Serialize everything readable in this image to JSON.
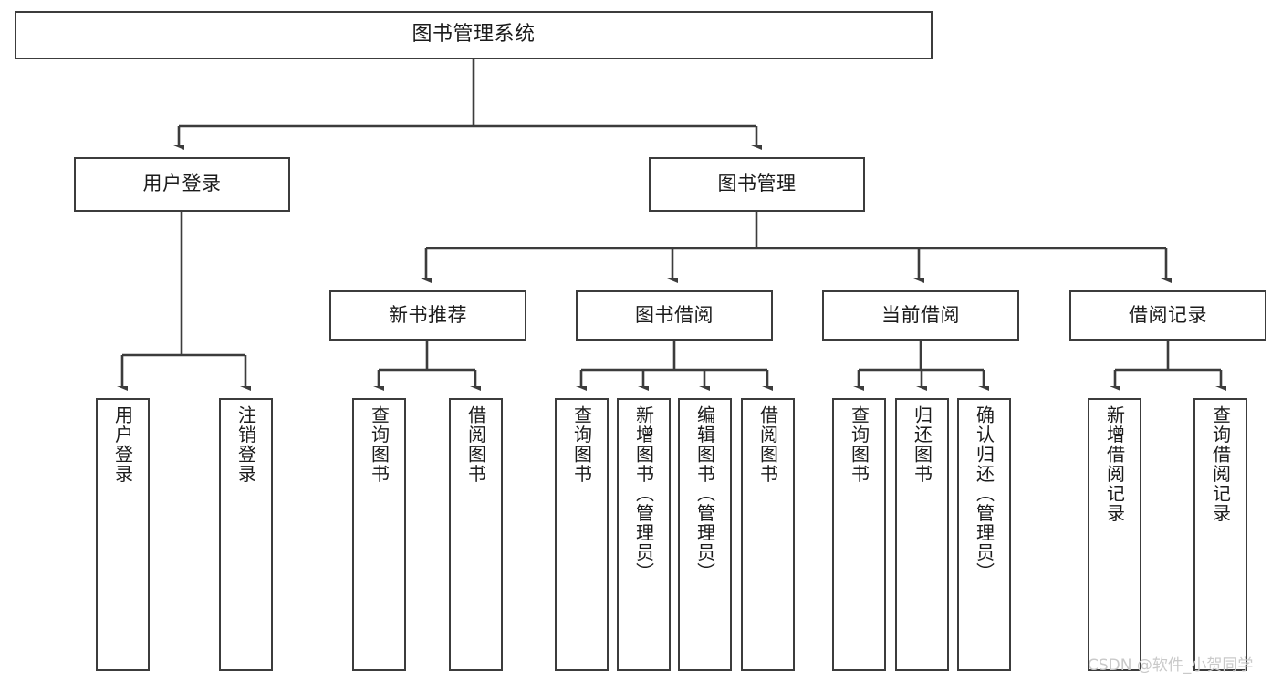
{
  "diagram": {
    "title": "图书管理系统",
    "type": "hierarchy-tree",
    "background_color": "#ffffff",
    "line_color": "#3c3c3c",
    "text_color": "#1b1b1b",
    "nodes": {
      "root": {
        "label": "图书管理系统"
      },
      "level1": [
        {
          "id": "user-login",
          "label": "用户登录"
        },
        {
          "id": "book-manage",
          "label": "图书管理"
        }
      ],
      "level2": [
        {
          "id": "new-book-recommend",
          "label": "新书推荐"
        },
        {
          "id": "book-borrow",
          "label": "图书借阅"
        },
        {
          "id": "current-borrow",
          "label": "当前借阅"
        },
        {
          "id": "borrow-record",
          "label": "借阅记录"
        }
      ],
      "leaves": {
        "user_login": [
          {
            "id": "leaf-user-login",
            "label": "用户登录"
          },
          {
            "id": "leaf-logout-login",
            "label": "注销登录"
          }
        ],
        "new_book_recommend": [
          {
            "id": "leaf-query-book-1",
            "label": "查询图书"
          },
          {
            "id": "leaf-borrow-book-1",
            "label": "借阅图书"
          }
        ],
        "book_borrow": [
          {
            "id": "leaf-query-book-2",
            "label": "查询图书"
          },
          {
            "id": "leaf-add-book-admin",
            "label": "新增图书（管理员）"
          },
          {
            "id": "leaf-edit-book-admin",
            "label": "编辑图书（管理员）"
          },
          {
            "id": "leaf-borrow-book-2",
            "label": "借阅图书"
          }
        ],
        "current_borrow": [
          {
            "id": "leaf-query-book-3",
            "label": "查询图书"
          },
          {
            "id": "leaf-return-book",
            "label": "归还图书"
          },
          {
            "id": "leaf-confirm-return-admin",
            "label": "确认归还（管理员）"
          }
        ],
        "borrow_record": [
          {
            "id": "leaf-add-borrow-record",
            "label": "新增借阅记录"
          },
          {
            "id": "leaf-query-borrow-record",
            "label": "查询借阅记录"
          }
        ]
      }
    }
  },
  "watermark": {
    "text": "CSDN @软件_小贺同学"
  }
}
